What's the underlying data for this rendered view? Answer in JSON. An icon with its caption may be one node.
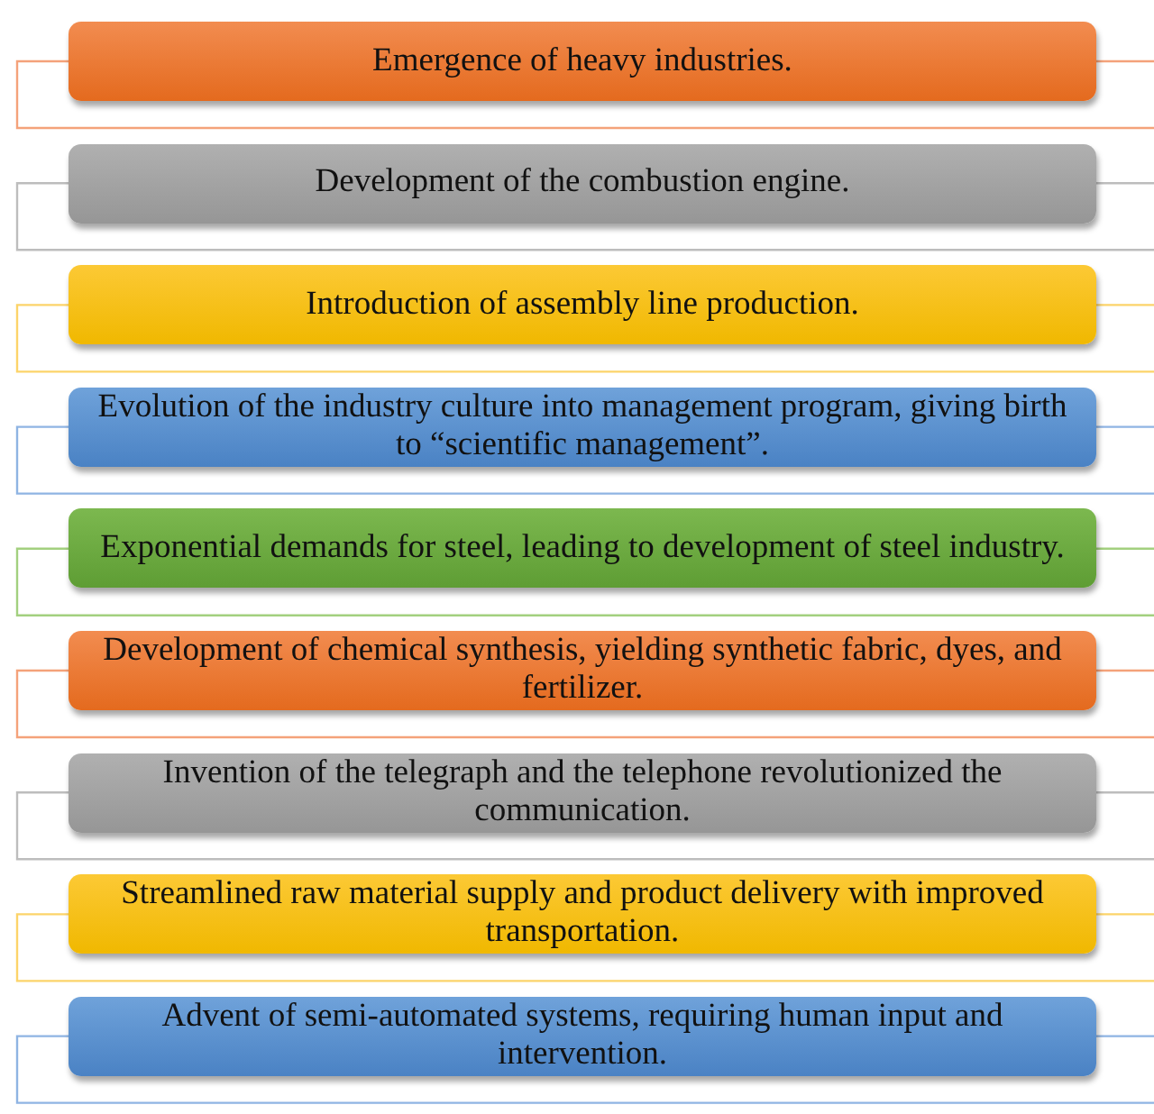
{
  "diagram": {
    "nodes": [
      {
        "text": [
          "Emergence of heavy industries."
        ]
      },
      {
        "text": [
          "Development of the combustion engine."
        ]
      },
      {
        "text": [
          "Introduction of assembly line production."
        ]
      },
      {
        "text": [
          "Evolution of the industry culture into management program, giving birth to “scientific management”."
        ]
      },
      {
        "text": [
          "Exponential demands for steel, leading to development of steel industry."
        ]
      },
      {
        "text": [
          "Development of chemical synthesis, yielding synthetic fabric, dyes, and fertilizer."
        ]
      },
      {
        "text": [
          "Invention of the telegraph and the telephone revolutionized the communication."
        ]
      },
      {
        "text": [
          "Streamlined raw material supply and product delivery with improved transportation."
        ]
      },
      {
        "text": [
          "Advent of semi-automated systems, requiring human input and intervention."
        ]
      }
    ]
  }
}
